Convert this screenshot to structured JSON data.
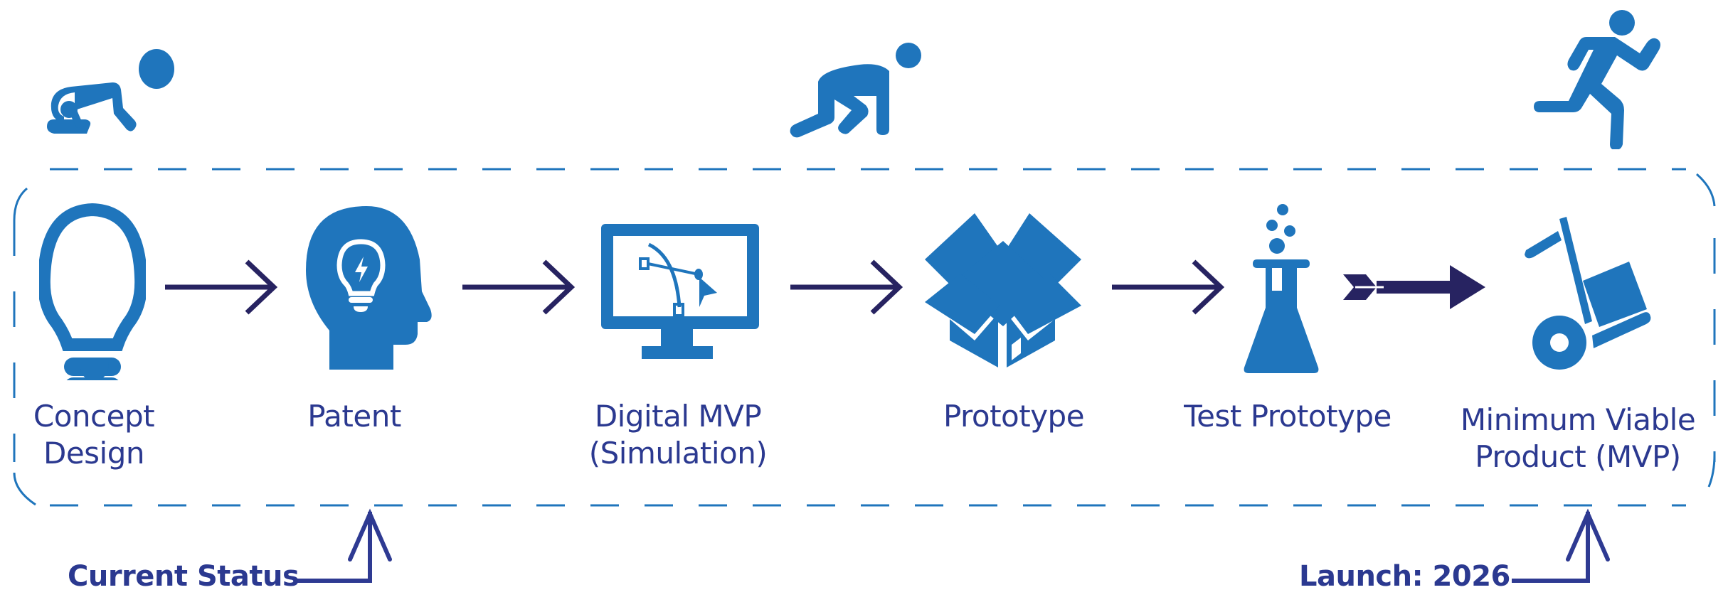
{
  "diagram": {
    "title": "Product development roadmap",
    "stages": [
      {
        "id": "concept",
        "label_lines": [
          "Concept",
          "Design"
        ],
        "icon": "lightbulb-icon"
      },
      {
        "id": "patent",
        "label_lines": [
          "Patent"
        ],
        "icon": "head-with-idea-icon"
      },
      {
        "id": "digital-mvp",
        "label_lines": [
          "Digital MVP",
          "(Simulation)"
        ],
        "icon": "monitor-vector-design-icon"
      },
      {
        "id": "prototype",
        "label_lines": [
          "Prototype"
        ],
        "icon": "open-box-icon"
      },
      {
        "id": "test-prototype",
        "label_lines": [
          "Test Prototype"
        ],
        "icon": "flask-icon"
      },
      {
        "id": "mvp",
        "label_lines": [
          "Minimum Viable",
          "Product (MVP)"
        ],
        "icon": "hand-truck-icon"
      }
    ],
    "connectors": [
      "arrow",
      "arrow",
      "arrow",
      "arrow",
      "bold-arrow"
    ],
    "phase_figures": [
      "crawling-baby-icon",
      "crouching-runner-icon",
      "running-person-icon"
    ],
    "markers": {
      "current_status": {
        "label": "Current Status",
        "points_to": "patent"
      },
      "launch": {
        "label": "Launch: 2026",
        "points_to": "mvp"
      }
    },
    "colors": {
      "icon_blue": "#1f75bc",
      "text_navy": "#2b3990",
      "arrow_navy": "#272361",
      "border_blue": "#1f75bc"
    }
  }
}
